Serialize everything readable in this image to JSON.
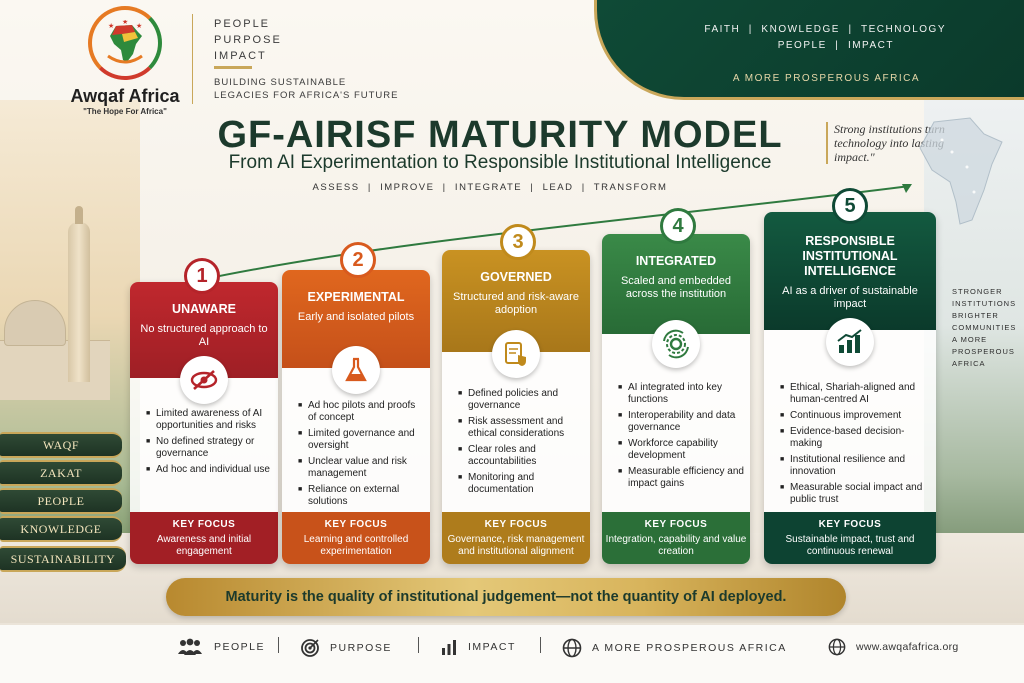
{
  "logo": {
    "name": "Awqaf Africa",
    "tagline": "\"The Hope For Africa\""
  },
  "header": {
    "ppi": [
      "PEOPLE",
      "PURPOSE",
      "IMPACT"
    ],
    "legacy": [
      "BUILDING SUSTAINABLE",
      "LEGACIES FOR AFRICA'S FUTURE"
    ],
    "banner_line1": "FAITH  |  KNOWLEDGE  |  TECHNOLOGY",
    "banner_line2": "PEOPLE  |  IMPACT",
    "banner_line3": "A MORE PROSPEROUS AFRICA"
  },
  "title": "GF-AIRISF MATURITY MODEL",
  "subtitle": "From AI Experimentation to Responsible Institutional Intelligence",
  "tags": "ASSESS  |  IMPROVE  |  INTEGRATE  |  LEAD  |  TRANSFORM",
  "quote": "Strong institutions turn technology into lasting impact.\"",
  "side_text": [
    "STRONGER",
    "INSTITUTIONS",
    "BRIGHTER",
    "COMMUNITIES",
    "A MORE",
    "PROSPEROUS",
    "AFRICA"
  ],
  "books": [
    "WAQF",
    "ZAKAT",
    "PEOPLE",
    "KNOWLEDGE",
    "SUSTAINABILITY"
  ],
  "colors": {
    "level1": "#b5242a",
    "level2": "#d85a1e",
    "level3": "#c08a1c",
    "level4": "#2f7a3f",
    "level5": "#0f4a36",
    "gold": "#c9a75a"
  },
  "levels": [
    {
      "number": "1",
      "title": "UNAWARE",
      "desc": "No structured approach to AI",
      "icon": "eye-slash-icon",
      "bullets": [
        "Limited awareness of AI opportunities and risks",
        "No defined strategy or governance",
        "Ad hoc and individual use"
      ],
      "focus_label": "KEY FOCUS",
      "focus_text": "Awareness and initial engagement"
    },
    {
      "number": "2",
      "title": "EXPERIMENTAL",
      "desc": "Early and isolated pilots",
      "icon": "flask-icon",
      "bullets": [
        "Ad hoc pilots and proofs of concept",
        "Limited governance and oversight",
        "Unclear value and risk management",
        "Reliance on external solutions"
      ],
      "focus_label": "KEY FOCUS",
      "focus_text": "Learning and controlled experimentation"
    },
    {
      "number": "3",
      "title": "GOVERNED",
      "desc": "Structured and risk-aware adoption",
      "icon": "document-shield-icon",
      "bullets": [
        "Defined policies and governance",
        "Risk assessment and ethical considerations",
        "Clear roles and accountabilities",
        "Monitoring and documentation"
      ],
      "focus_label": "KEY FOCUS",
      "focus_text": "Governance, risk management and institutional alignment"
    },
    {
      "number": "4",
      "title": "INTEGRATED",
      "desc": "Scaled and embedded across the institution",
      "icon": "gear-cycle-icon",
      "bullets": [
        "AI integrated into key functions",
        "Interoperability and data governance",
        "Workforce capability development",
        "Measurable efficiency and impact gains"
      ],
      "focus_label": "KEY FOCUS",
      "focus_text": "Integration, capability and value creation"
    },
    {
      "number": "5",
      "title": "RESPONSIBLE INSTITUTIONAL INTELLIGENCE",
      "desc": "AI as a driver of sustainable impact",
      "icon": "growth-chart-icon",
      "bullets": [
        "Ethical, Shariah-aligned and human-centred AI",
        "Continuous improvement",
        "Evidence-based decision-making",
        "Institutional resilience and innovation",
        "Measurable social impact and public trust"
      ],
      "focus_label": "KEY FOCUS",
      "focus_text": "Sustainable impact, trust and continuous renewal"
    }
  ],
  "strap": "Maturity is the quality of institutional judgement—not the quantity of AI deployed.",
  "footer": {
    "people": "PEOPLE",
    "purpose": "PURPOSE",
    "impact": "IMPACT",
    "prosperous": "A MORE PROSPEROUS AFRICA",
    "website": "www.awqafafrica.org"
  }
}
